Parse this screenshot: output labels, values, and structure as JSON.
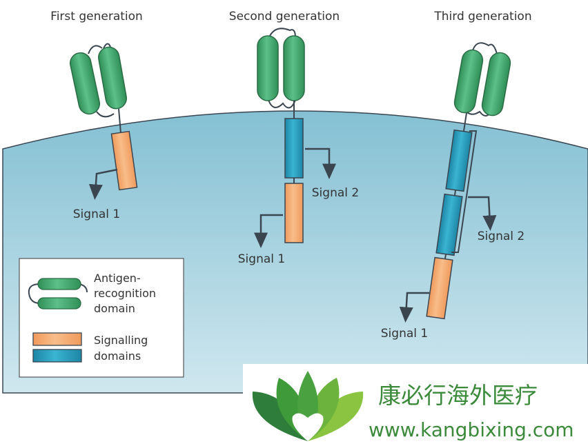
{
  "generations": [
    {
      "title": "First generation",
      "signals": [
        "Signal 1"
      ]
    },
    {
      "title": "Second generation",
      "signals": [
        "Signal 1",
        "Signal 2"
      ]
    },
    {
      "title": "Third generation",
      "signals": [
        "Signal 1",
        "Signal 2"
      ]
    }
  ],
  "legend": {
    "antigen_line1": "Antigen-",
    "antigen_line2": "recognition",
    "antigen_line3": "domain",
    "signalling_line1": "Signalling",
    "signalling_line2": "domains"
  },
  "watermark": {
    "name": "康必行海外医疗",
    "url": "www.kangbixing.com"
  },
  "colors": {
    "cell": "#8ec6d6",
    "antigen": "#3fa86a",
    "signal_orange": "#f4a66e",
    "signal_blue": "#2a9fbf",
    "watermark_green": "#3a8a3a"
  }
}
